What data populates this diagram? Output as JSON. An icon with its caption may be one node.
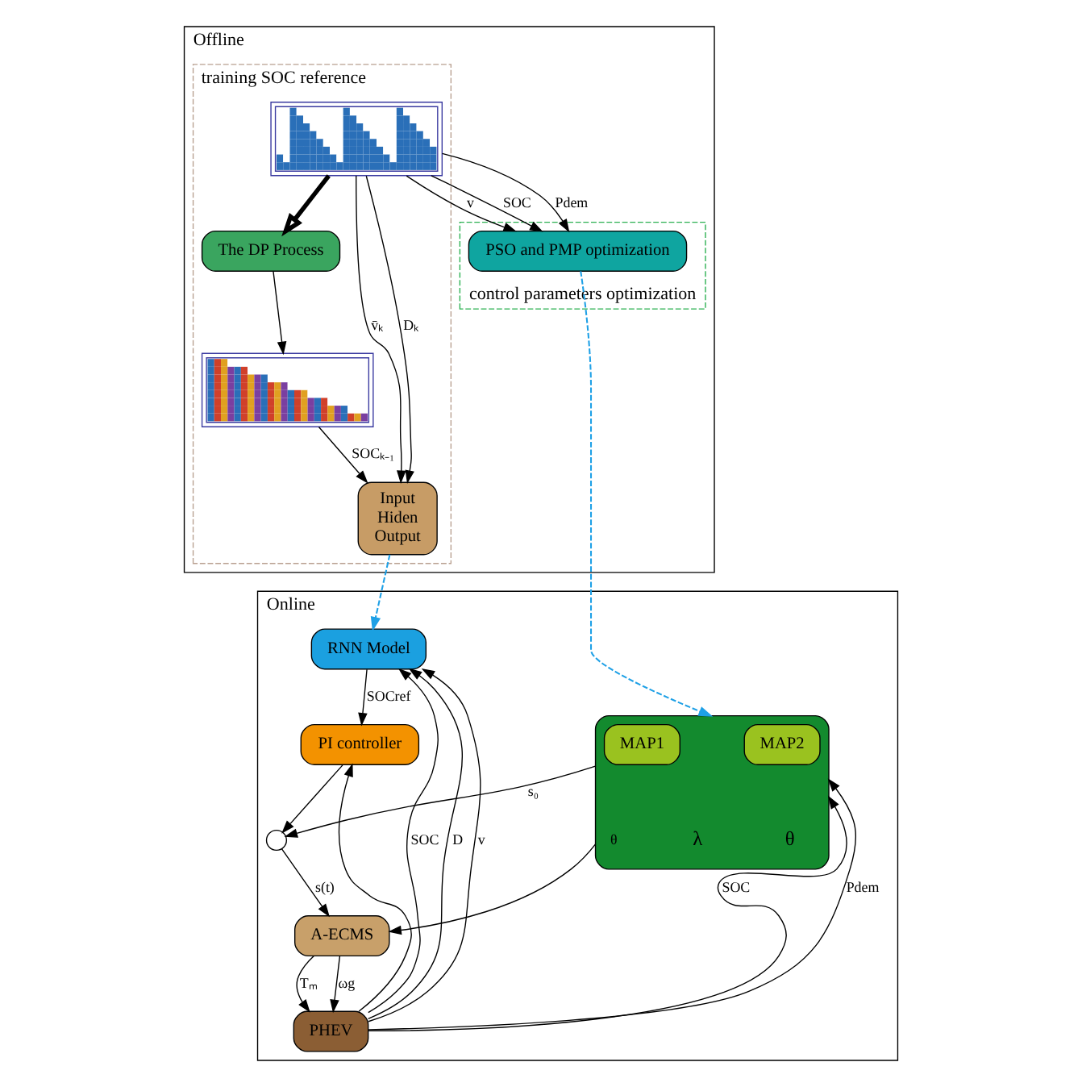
{
  "diagram": {
    "nodes": [
      {
        "text": [
          "Offline"
        ]
      },
      {
        "text": [
          "training SOC reference"
        ],
        "in": 0
      },
      {
        "text": [
          "The DP Process"
        ],
        "in": 1
      },
      {
        "text": [],
        "shape": "picture",
        "in": 1
      },
      {
        "text": [],
        "shape": "picture",
        "in": 1
      },
      {
        "text": [
          "Input",
          "Hiden",
          "Output"
        ],
        "in": 1
      },
      {
        "text": [
          "control parameters optimization"
        ],
        "in": 0
      },
      {
        "text": [
          "PSO and PMP optimization"
        ],
        "in": 6
      },
      {
        "text": [
          "Online"
        ]
      },
      {
        "text": [],
        "shape": "box",
        "in": 8
      },
      {
        "text": [
          "MAP1"
        ],
        "beside": [
          "λ"
        ],
        "in": 9
      },
      {
        "text": [
          "MAP2"
        ],
        "beside": [
          "θ"
        ],
        "in": 9
      },
      {
        "text": [
          "RNN Model"
        ],
        "in": 8
      },
      {
        "text": [
          "PI controller"
        ],
        "in": 8
      },
      {
        "text": [],
        "shape": "circle",
        "in": 8
      },
      {
        "text": [
          "A-ECMS"
        ],
        "in": 8
      },
      {
        "text": [
          "PHEV"
        ],
        "in": 8
      }
    ],
    "edges": [
      {
        "from": 3,
        "to": 2,
        "arrow": "to",
        "style": "thick"
      },
      {
        "from": 2,
        "to": 4,
        "arrow": "to"
      },
      {
        "from": 3,
        "to": 7,
        "label": "v",
        "arrow": "to"
      },
      {
        "from": 3,
        "to": 7,
        "label": "SOC",
        "arrow": "to"
      },
      {
        "from": 3,
        "to": 7,
        "label": "Pdem",
        "arrow": "to"
      },
      {
        "from": 3,
        "to": 5,
        "label": "v̄ₖ",
        "arrow": "to"
      },
      {
        "from": 3,
        "to": 5,
        "label": "Dₖ",
        "arrow": "to"
      },
      {
        "from": 4,
        "to": 5,
        "label": "SOCₖ₋₁",
        "arrow": "to"
      },
      {
        "from": 5,
        "to": 12,
        "arrow": "to",
        "style": "dashed",
        "color": "#1ea0e6"
      },
      {
        "from": 7,
        "to": 9,
        "arrow": "to",
        "style": "dashed",
        "color": "#1ea0e6"
      },
      {
        "from": 9,
        "to": 14,
        "label": "s₀",
        "arrow": "to"
      },
      {
        "from": 9,
        "to": 15,
        "label": "θ",
        "arrow": "to"
      },
      {
        "from": 16,
        "to": 9,
        "label": "SOC",
        "arrow": "to"
      },
      {
        "from": 16,
        "to": 9,
        "label": "Pdem",
        "arrow": "to"
      },
      {
        "from": 12,
        "to": 13,
        "label": "SOCref",
        "arrow": "to"
      },
      {
        "from": 16,
        "to": 12,
        "label": "SOC",
        "arrow": "to"
      },
      {
        "from": 16,
        "to": 13,
        "arrow": "to"
      },
      {
        "from": 16,
        "to": 12,
        "label": "D",
        "arrow": "to"
      },
      {
        "from": 16,
        "to": 12,
        "label": "v",
        "arrow": "to"
      },
      {
        "from": 13,
        "to": 14,
        "arrow": "to"
      },
      {
        "from": 14,
        "to": 15,
        "label": "s(t)",
        "arrow": "to"
      },
      {
        "from": 15,
        "to": 16,
        "label": "Tₘ",
        "arrow": "to"
      },
      {
        "from": 15,
        "to": 16,
        "label": "ωg",
        "arrow": "to"
      }
    ]
  }
}
